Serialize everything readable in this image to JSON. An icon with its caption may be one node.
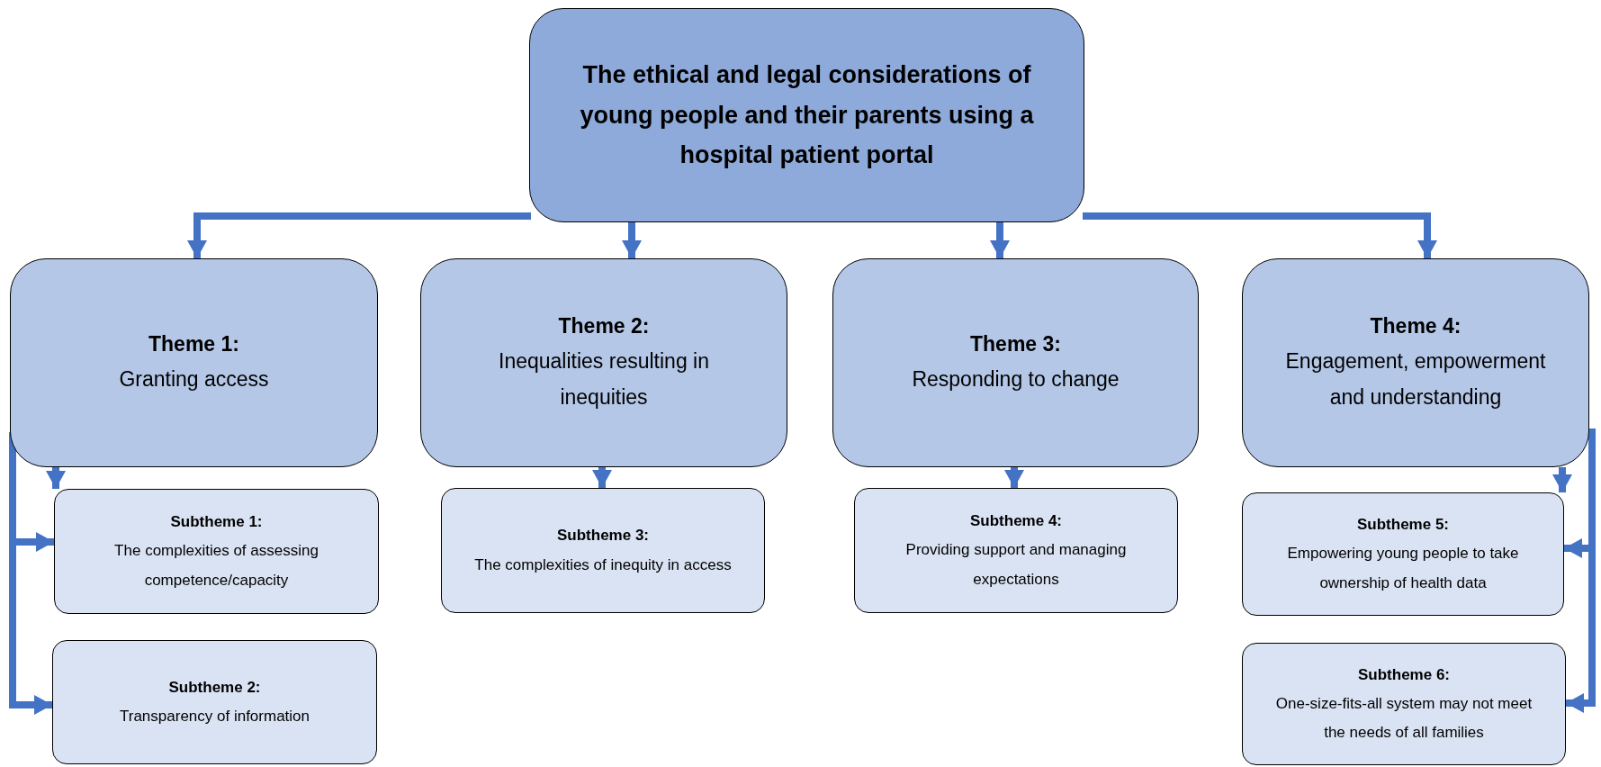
{
  "diagram": {
    "nodes": [
      {
        "text": [
          "The ethical and legal considerations of young people and their parents using a hospital patient portal"
        ]
      },
      {
        "text": [
          "Theme 1:",
          "Granting access"
        ]
      },
      {
        "text": [
          "Theme 2:",
          "Inequalities resulting in inequities"
        ]
      },
      {
        "text": [
          "Theme 3:",
          "Responding to change"
        ]
      },
      {
        "text": [
          "Theme 4:",
          "Engagement, empowerment and understanding"
        ]
      },
      {
        "text": [
          "Subtheme 1:",
          "The complexities of assessing competence/capacity"
        ]
      },
      {
        "text": [
          "Subtheme 2:",
          "Transparency of information"
        ]
      },
      {
        "text": [
          "Subtheme 3:",
          "The complexities of inequity in access"
        ]
      },
      {
        "text": [
          "Subtheme 4:",
          "Providing support and managing expectations"
        ]
      },
      {
        "text": [
          "Subtheme 5:",
          "Empowering young people to take ownership of health data"
        ]
      },
      {
        "text": [
          "Subtheme 6:",
          "One-size-fits-all system may not meet the needs of all families"
        ]
      }
    ],
    "edges": [
      {
        "from": 0,
        "to": 1,
        "arrow": "to"
      },
      {
        "from": 0,
        "to": 2,
        "arrow": "to"
      },
      {
        "from": 0,
        "to": 3,
        "arrow": "to"
      },
      {
        "from": 0,
        "to": 4,
        "arrow": "to"
      },
      {
        "from": 1,
        "to": 5,
        "arrow": "to"
      },
      {
        "from": 1,
        "to": 5,
        "arrow": "to"
      },
      {
        "from": 1,
        "to": 6,
        "arrow": "to"
      },
      {
        "from": 2,
        "to": 7,
        "arrow": "to"
      },
      {
        "from": 3,
        "to": 8,
        "arrow": "to"
      },
      {
        "from": 4,
        "to": 9,
        "arrow": "to"
      },
      {
        "from": 4,
        "to": 9,
        "arrow": "to"
      },
      {
        "from": 4,
        "to": 10,
        "arrow": "to"
      }
    ]
  }
}
